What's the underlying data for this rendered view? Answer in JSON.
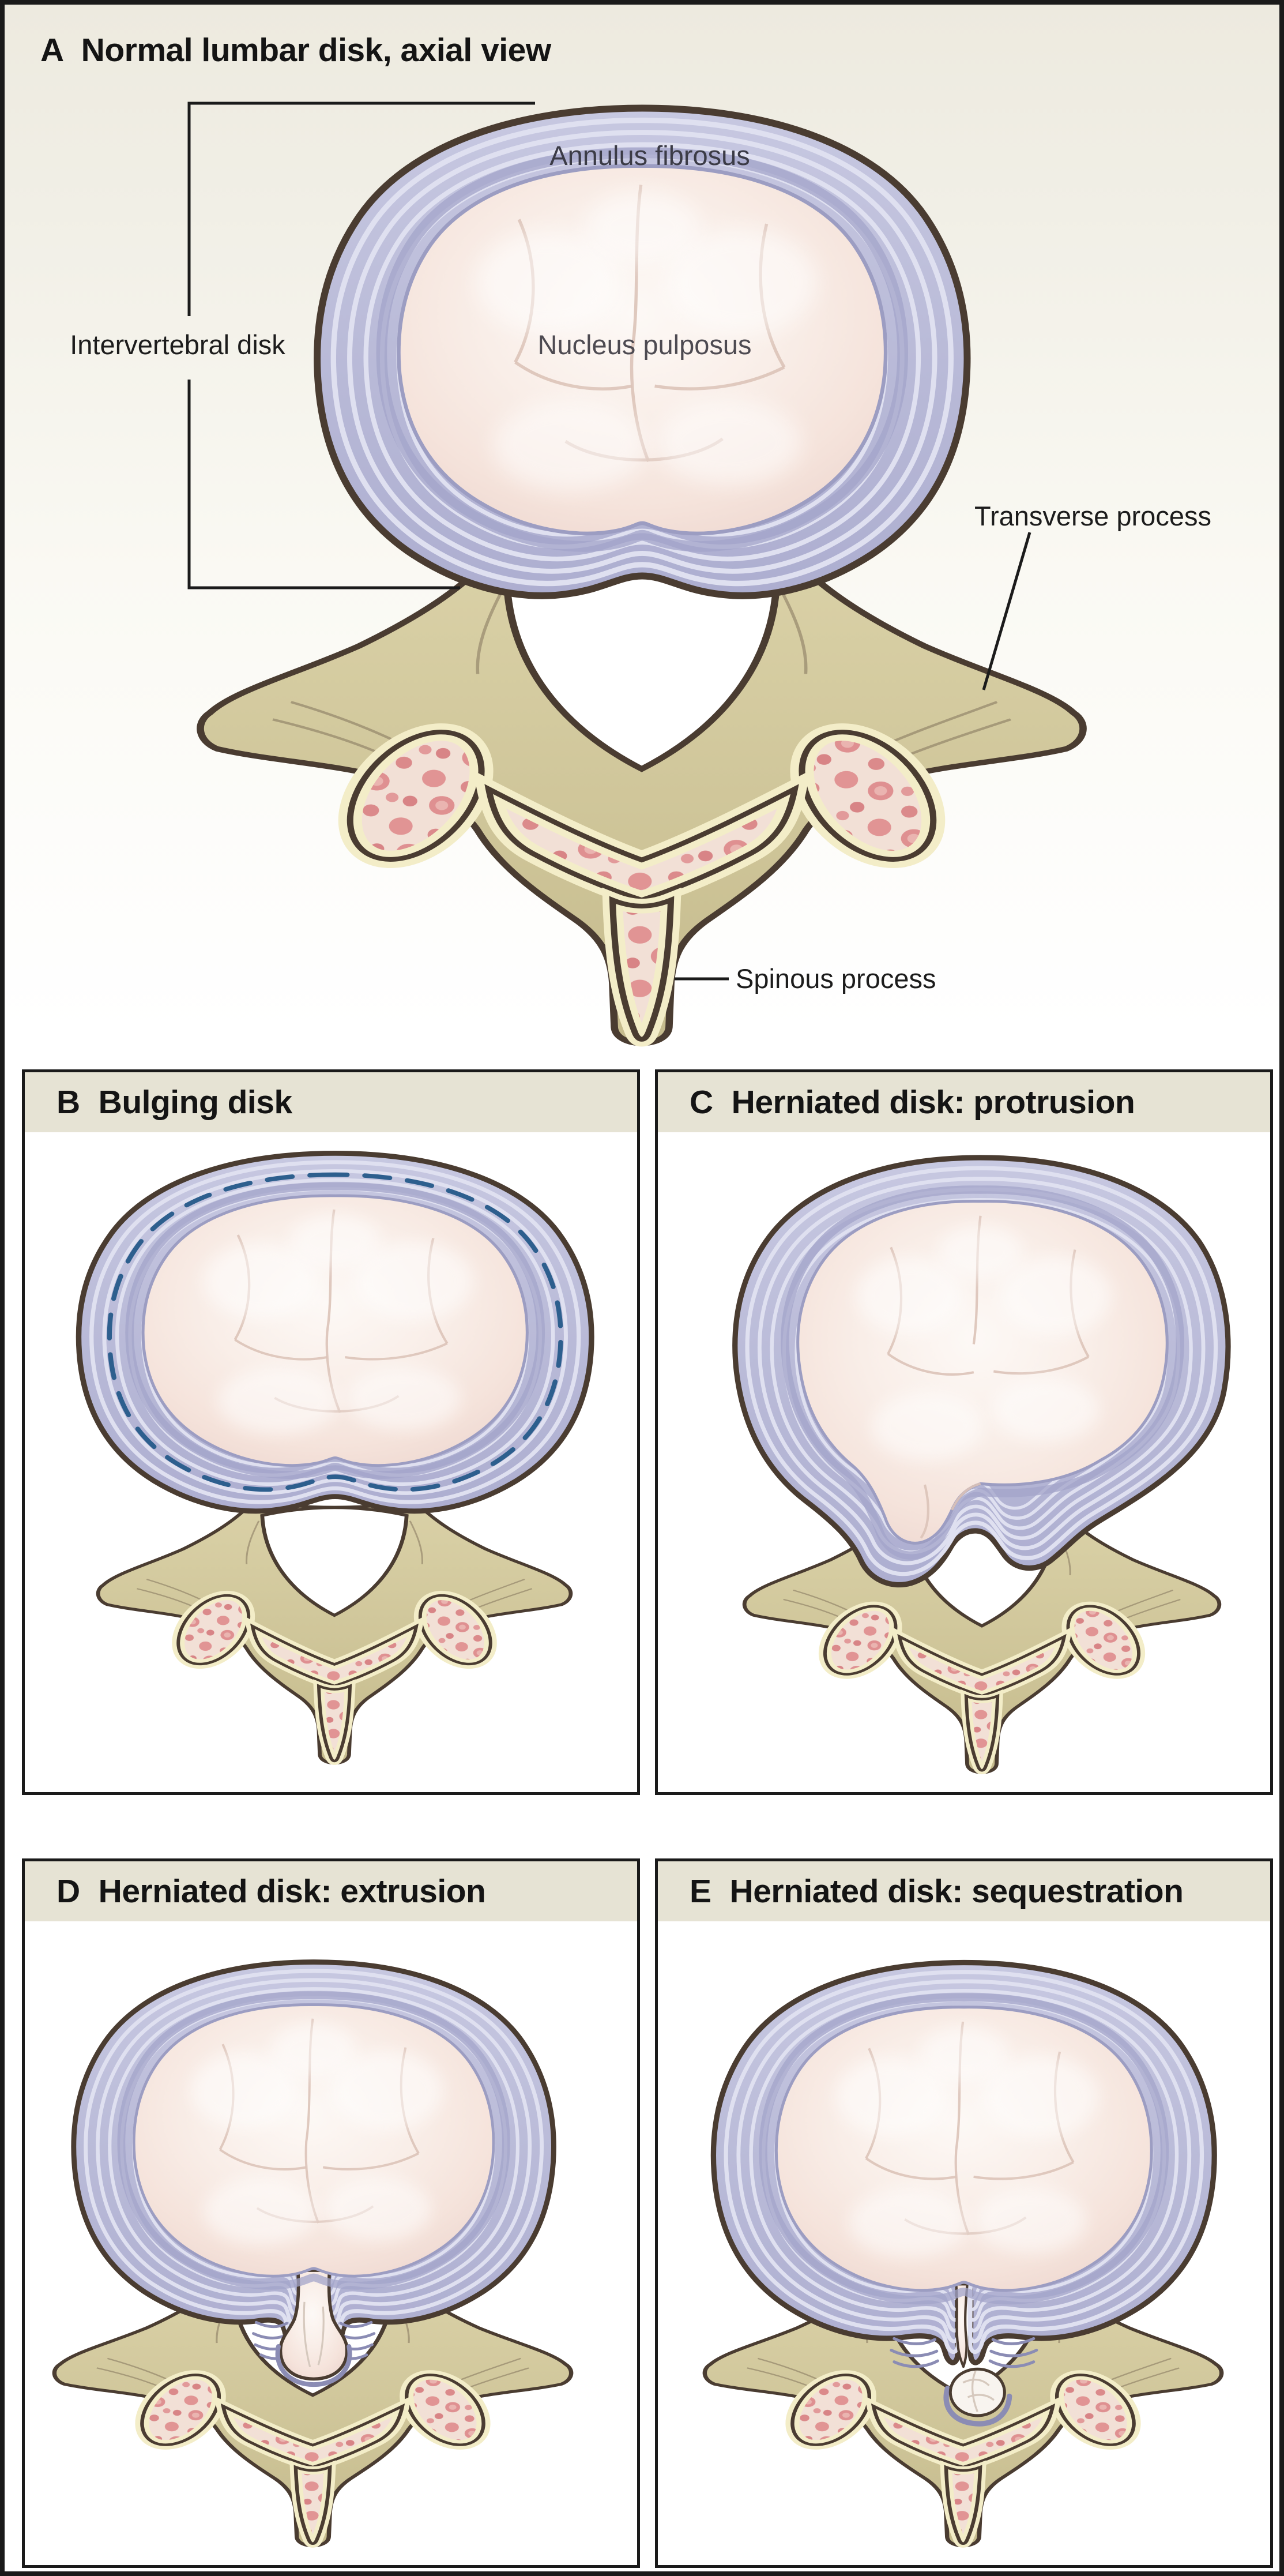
{
  "figure": {
    "panelA": {
      "letter": "A",
      "title": "Normal lumbar disk, axial view",
      "labels": {
        "intervertebral_disk": "Intervertebral disk",
        "annulus_fibrosus": "Annulus fibrosus",
        "nucleus_pulposus": "Nucleus pulposus",
        "transverse_process": "Transverse process",
        "spinous_process": "Spinous process"
      }
    },
    "panelB": {
      "letter": "B",
      "title": "Bulging disk"
    },
    "panelC": {
      "letter": "C",
      "title": "Herniated disk: protrusion"
    },
    "panelD": {
      "letter": "D",
      "title": "Herniated disk: extrusion"
    },
    "panelE": {
      "letter": "E",
      "title": "Herniated disk: sequestration"
    },
    "palette": {
      "annulus": "#bbbcd9",
      "annulus_stripe": "#dfe0f0",
      "nucleus": "#f8ece5",
      "bone": "#d2c89c",
      "cancellous_base": "#f2e0d6",
      "cancellous_spot": "#de8f8f",
      "outline_dark": "#4a3c31",
      "dashed_margin_blue": "#2d5f8e",
      "header_bg": "#e6e3d4",
      "figure_bg": "#efede3"
    }
  }
}
